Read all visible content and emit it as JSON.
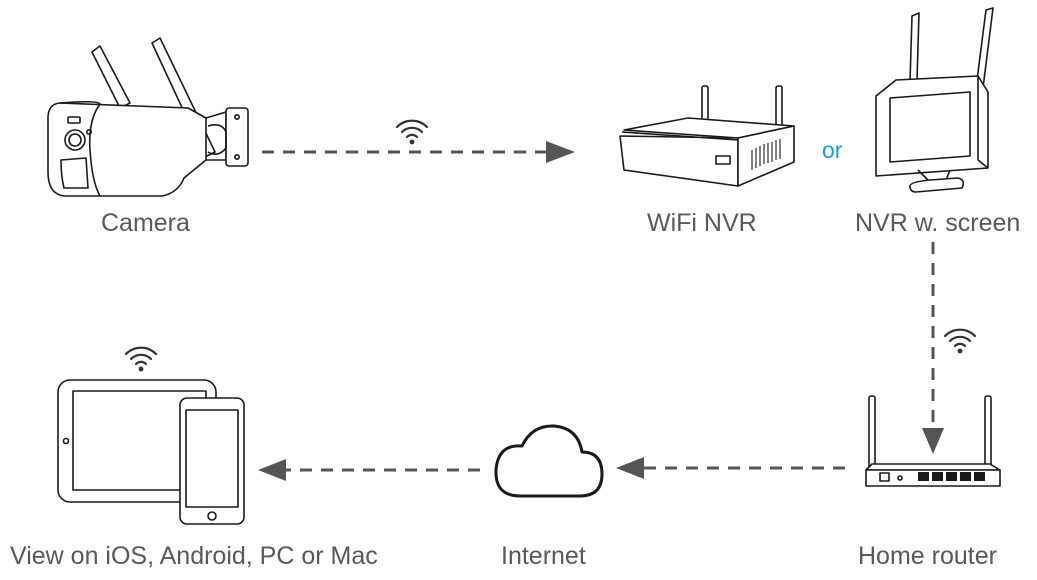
{
  "nodes": {
    "camera": {
      "label": "Camera"
    },
    "nvr": {
      "label": "WiFi NVR"
    },
    "nvr_screen": {
      "label": "NVR w. screen"
    },
    "router": {
      "label": "Home router"
    },
    "internet": {
      "label": "Internet"
    },
    "devices": {
      "label": "View on iOS, Android, PC or Mac"
    }
  },
  "connector": {
    "or_label": "or"
  },
  "icons": {
    "wifi": "wifi-icon",
    "cloud": "cloud-icon"
  },
  "colors": {
    "line": "#1a1a1a",
    "arrow": "#555555",
    "label": "#595959",
    "accent": "#1aa0d8"
  }
}
